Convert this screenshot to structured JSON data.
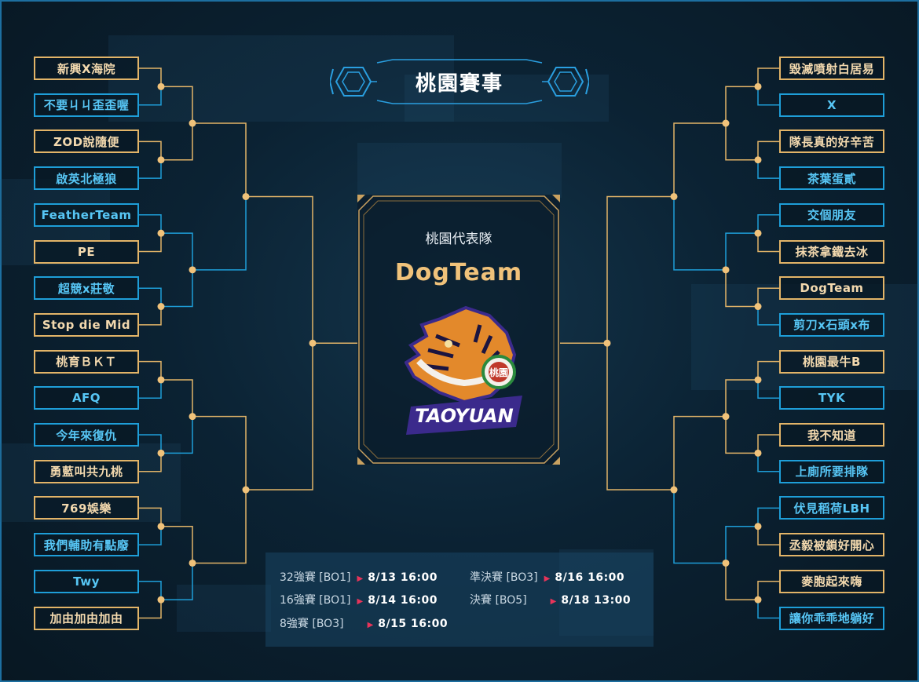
{
  "title": "桃園賽事",
  "champion": {
    "label": "桃園代表隊",
    "team": "DogTeam"
  },
  "logo": {
    "seal": "桃園",
    "wordmark": "TAOYUAN"
  },
  "colors": {
    "gold": "#e2b468",
    "blue": "#1e9ed8",
    "dot": "#f0c27a"
  },
  "left_teams": [
    {
      "name": "新興X海院",
      "style": "gold"
    },
    {
      "name": "不要ㄐㄐ歪歪喔",
      "style": "blue"
    },
    {
      "name": "ZOD說隨便",
      "style": "gold"
    },
    {
      "name": "啟英北極狼",
      "style": "blue"
    },
    {
      "name": "FeatherTeam",
      "style": "blue"
    },
    {
      "name": "PE",
      "style": "gold"
    },
    {
      "name": "超競x莊敬",
      "style": "blue"
    },
    {
      "name": "Stop die Mid",
      "style": "gold"
    },
    {
      "name": "桃育ＢＫＴ",
      "style": "gold"
    },
    {
      "name": "AFQ",
      "style": "blue"
    },
    {
      "name": "今年來復仇",
      "style": "blue"
    },
    {
      "name": "勇藍叫共九桃",
      "style": "gold"
    },
    {
      "name": "769娛樂",
      "style": "gold"
    },
    {
      "name": "我們輔助有點廢",
      "style": "blue"
    },
    {
      "name": "Twy",
      "style": "blue"
    },
    {
      "name": "加由加由加由",
      "style": "gold"
    }
  ],
  "right_teams": [
    {
      "name": "毀滅噴射白居易",
      "style": "gold"
    },
    {
      "name": "X",
      "style": "blue"
    },
    {
      "name": "隊長真的好辛苦",
      "style": "gold"
    },
    {
      "name": "茶葉蛋貳",
      "style": "blue"
    },
    {
      "name": "交個朋友",
      "style": "blue"
    },
    {
      "name": "抹茶拿鐵去冰",
      "style": "gold"
    },
    {
      "name": "DogTeam",
      "style": "gold"
    },
    {
      "name": "剪刀x石頭x布",
      "style": "blue"
    },
    {
      "name": "桃園最牛B",
      "style": "gold"
    },
    {
      "name": "TYK",
      "style": "blue"
    },
    {
      "name": "我不知道",
      "style": "gold"
    },
    {
      "name": "上廁所要排隊",
      "style": "blue"
    },
    {
      "name": "伏見稻荷LBH",
      "style": "blue"
    },
    {
      "name": "丞毅被鎖好開心",
      "style": "gold"
    },
    {
      "name": "麥胞起來嗨",
      "style": "gold"
    },
    {
      "name": "讓你乖乖地躺好",
      "style": "blue"
    }
  ],
  "schedule": [
    {
      "round": "32強賽 [BO1]",
      "time": "8/13  16:00"
    },
    {
      "round": "16強賽 [BO1]",
      "time": "8/14  16:00"
    },
    {
      "round": "8強賽 [BO3]",
      "time": "8/15  16:00"
    },
    {
      "round": "準決賽 [BO3]",
      "time": "8/16  16:00"
    },
    {
      "round": "決賽 [BO5]",
      "time": "8/18  13:00"
    }
  ]
}
